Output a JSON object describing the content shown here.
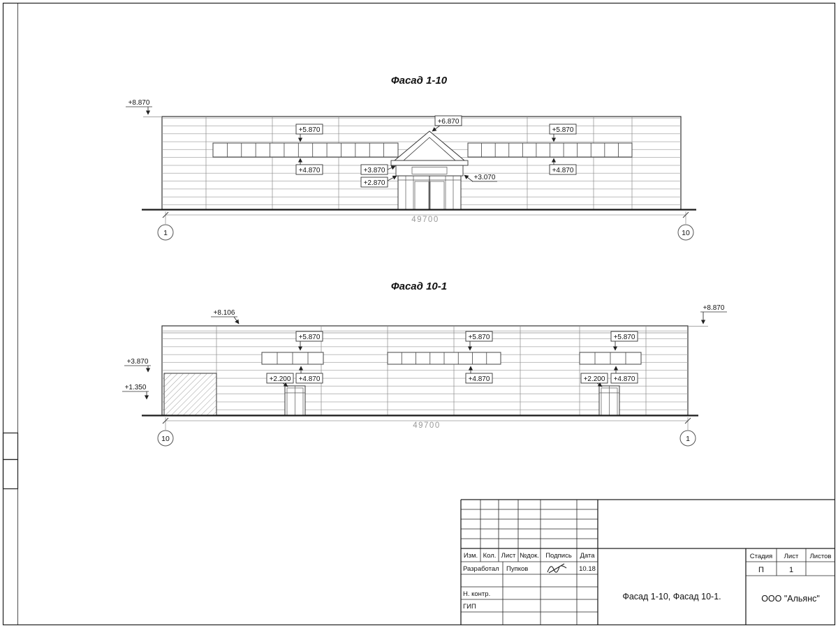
{
  "facade_top": {
    "title": "Фасад 1-10",
    "dim": "49700",
    "axis_left": "1",
    "axis_right": "10",
    "marks": {
      "top_left": "+8.870",
      "win_left_top": "+5.870",
      "gable": "+6.870",
      "win_right_top": "+5.870",
      "win_left_bottom": "+4.870",
      "canopy_top": "+3.870",
      "canopy_bottom": "+2.870",
      "entry_side": "+3.070",
      "win_right_bottom": "+4.870"
    }
  },
  "facade_bottom": {
    "title": "Фасад 10-1",
    "dim": "49700",
    "axis_left": "10",
    "axis_right": "1",
    "marks": {
      "roof_left": "+8.106",
      "roof_right": "+8.870",
      "win1_top": "+5.870",
      "win2_top": "+5.870",
      "win3_top": "+5.870",
      "wall_left": "+3.870",
      "base_left": "+1.350",
      "door_left": "+2.200",
      "win1_bottom": "+4.870",
      "win2_bottom": "+4.870",
      "door_right": "+2.200",
      "win3_bottom": "+4.870"
    }
  },
  "title_block": {
    "header": {
      "izm": "Изм.",
      "kol": "Кол.",
      "list": "Лист",
      "ndok": "№док.",
      "podpis": "Подпись",
      "data": "Дата"
    },
    "rows": {
      "developer_label": "Разработал",
      "developer_name": "Пупков",
      "developer_date": "10.18",
      "ncontrol_label": "Н. контр.",
      "gip_label": "ГИП"
    },
    "doc_title": "Фасад 1-10, Фасад 10-1.",
    "company": "ООО \"Альянс\"",
    "stage": {
      "label": "Стадия",
      "value": "П"
    },
    "sheet_no": {
      "label": "Лист",
      "value": "1"
    },
    "sheets": {
      "label": "Листов",
      "value": ""
    }
  }
}
